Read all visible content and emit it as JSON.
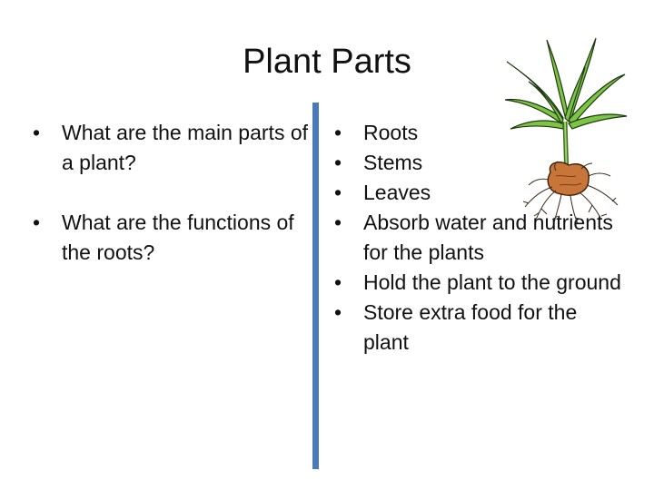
{
  "slide": {
    "title": "Plant Parts",
    "left_bullets": [
      "What are the main parts of a plant?",
      "What are the functions of the roots?"
    ],
    "right_bullets": [
      "Roots",
      "Stems",
      "Leaves",
      "Absorb water and nutrients for the plants",
      "Hold the plant to the ground",
      "Store extra food for the plant"
    ],
    "bullet_glyph": "•"
  },
  "colors": {
    "divider": "#4a7ab8",
    "leaf_green": "#7cc443",
    "root_brown": "#c8753a"
  },
  "icons": {
    "plant": "plant-illustration"
  }
}
